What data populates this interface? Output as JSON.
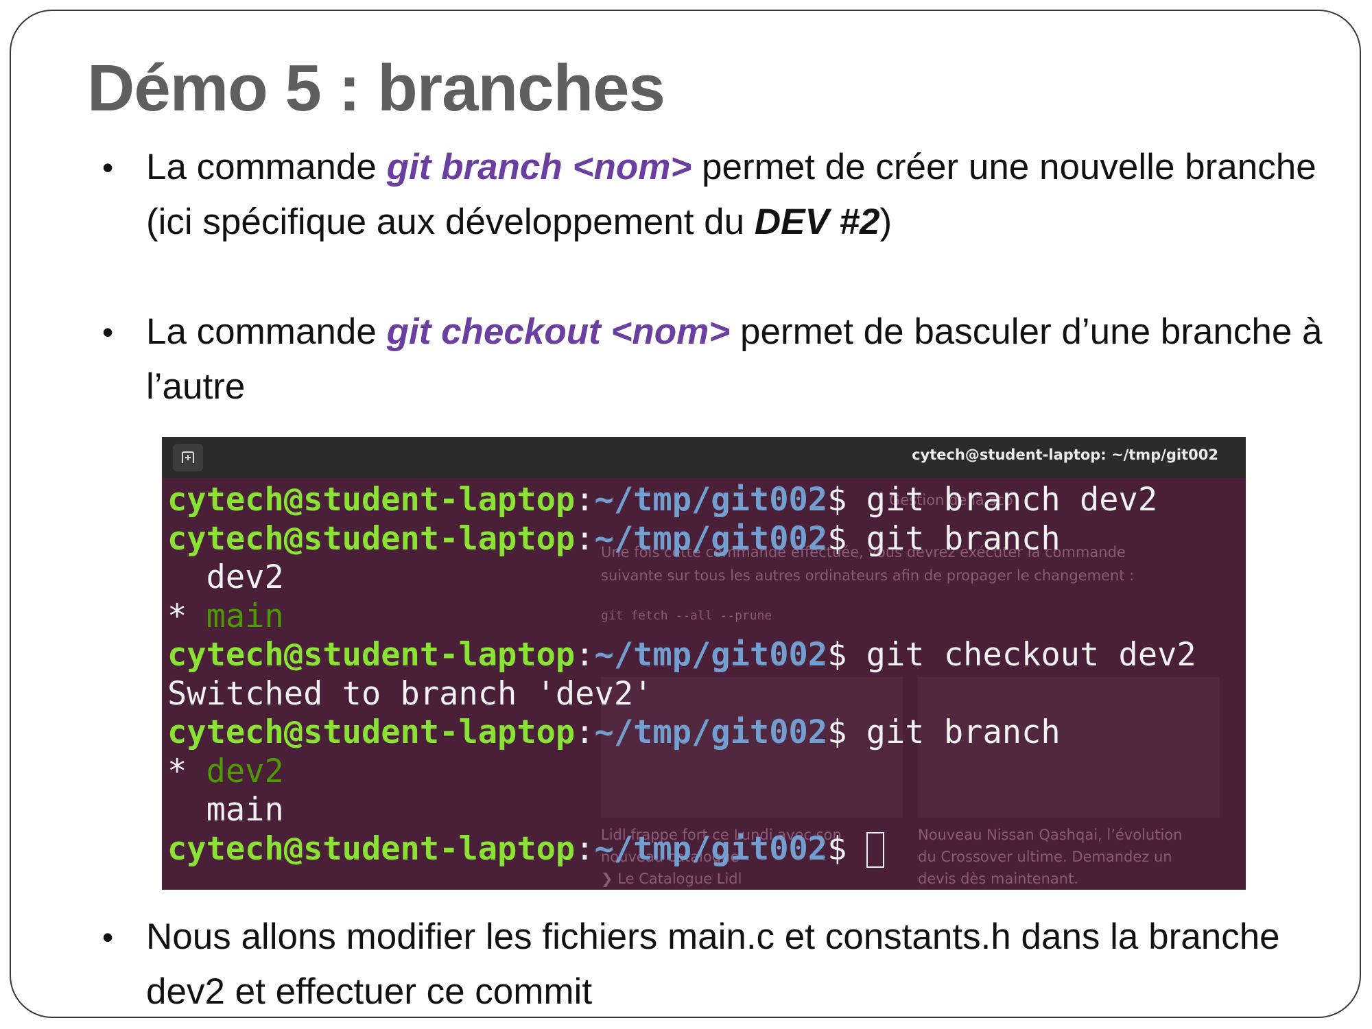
{
  "slide": {
    "title": "Démo 5 : branches"
  },
  "bullets": [
    {
      "pre": "La commande ",
      "cmd": "git branch <nom>",
      "post": " permet de créer une nouvelle branche (ici spécifique aux développement du ",
      "emph": "DEV #2",
      "tail": ")"
    },
    {
      "pre": "La commande ",
      "cmd": "git checkout <nom>",
      "post": " permet de basculer d’une branche à l’autre"
    },
    {
      "text": "Nous allons modifier les fichiers main.c et constants.h dans la branche dev2 et effectuer ce commit"
    }
  ],
  "bullet_symbol": "•",
  "terminal": {
    "window_title": "cytech@student-laptop: ~/tmp/git002",
    "user_host": "cytech@student-laptop",
    "colon": ":",
    "path": "~/tmp/git002",
    "prompt_symbol": "$",
    "lines": [
      {
        "type": "prompt",
        "command": " git branch dev2"
      },
      {
        "type": "prompt",
        "command": " git branch"
      },
      {
        "type": "output",
        "marker": "  ",
        "text": "dev2",
        "current": false
      },
      {
        "type": "output",
        "marker": "* ",
        "text": "main",
        "current": true
      },
      {
        "type": "prompt",
        "command": " git checkout dev2"
      },
      {
        "type": "output",
        "marker": "",
        "text": "Switched to branch 'dev2'",
        "current": false
      },
      {
        "type": "prompt",
        "command": " git branch"
      },
      {
        "type": "output",
        "marker": "* ",
        "text": "dev2",
        "current": true
      },
      {
        "type": "output",
        "marker": "  ",
        "text": "main",
        "current": false
      },
      {
        "type": "prompt",
        "command": " ",
        "cursor": true
      }
    ],
    "background_page": {
      "text_1": "Une fois cette commande effectuée, vous devrez exécuter la commande",
      "text_2": "suivante sur tous les autres ordinateurs afin de propager le changement :",
      "code": "git fetch --all --prune",
      "card_1": "Lidl frappe fort ce Lundi avec son",
      "card_1b": "nouveau catalogue",
      "card_1c": "❯ Le Catalogue Lidl",
      "card_2": "Nouveau Nissan Qashqai, l’évolution",
      "card_2b": "du Crossover ultime. Demandez un",
      "card_2c": "devis dès maintenant.",
      "tab_hint": "Gestion de la sco"
    }
  },
  "colors": {
    "title": "#5f5f5f",
    "command_highlight": "#6a3fa0",
    "terminal_bg": "#4a1f38",
    "terminal_user": "#8ae234",
    "terminal_path": "#729fcf",
    "terminal_branch": "#4e9a06"
  }
}
